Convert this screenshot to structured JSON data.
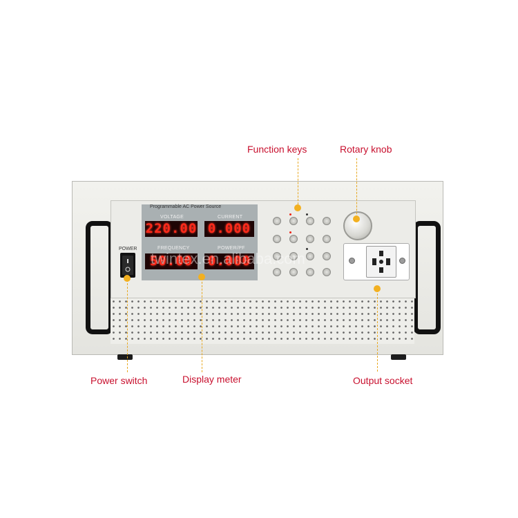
{
  "callouts": {
    "function_keys": "Function keys",
    "rotary_knob": "Rotary knob",
    "power_switch": "Power switch",
    "display_meter": "Display meter",
    "output_socket": "Output socket"
  },
  "device": {
    "panel_title": "Programmable AC Power Source",
    "power_label": "POWER",
    "readouts": {
      "voltage_label": "VOLTAGE",
      "voltage_value": "220.00",
      "current_label": "CURRENT",
      "current_value": "0.000",
      "frequency_label": "FREQUENCY",
      "frequency_value": "50.00",
      "power_pf_label": "POWER/PF",
      "power_pf_value": "0.000"
    }
  },
  "watermark": "twintex.en.alibaba.com",
  "colors": {
    "callout_text": "#c8102e",
    "leader_line": "#f2b020",
    "led_digits": "#ff2a1a"
  }
}
